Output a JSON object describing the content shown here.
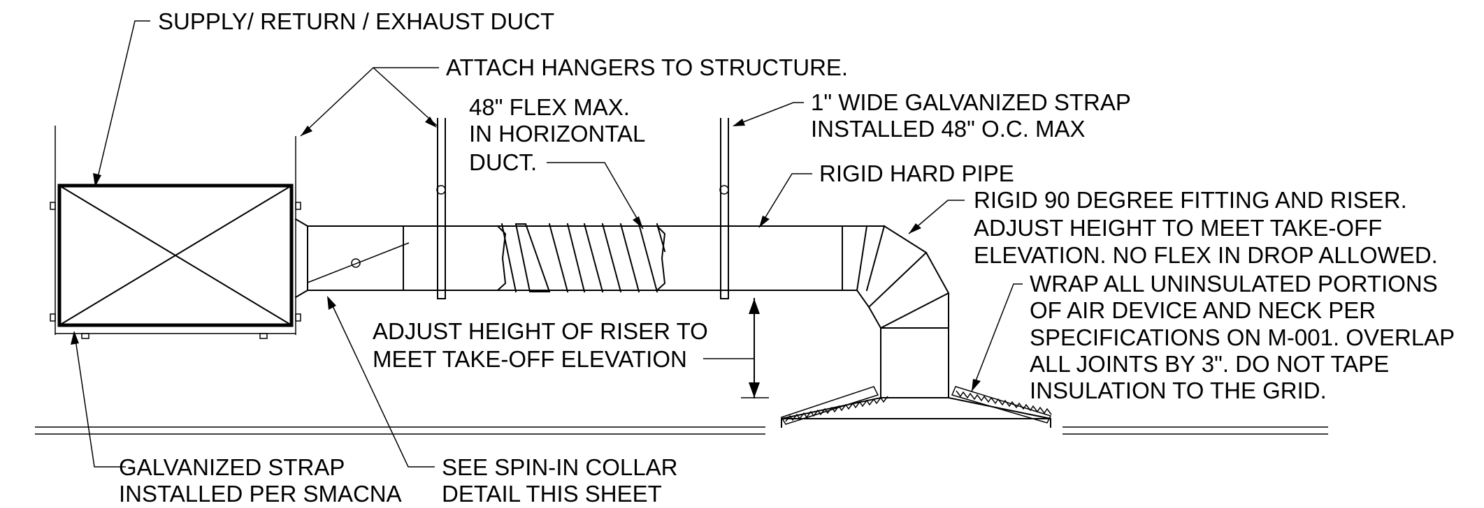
{
  "labels": {
    "supply_duct": "SUPPLY/ RETURN / EXHAUST DUCT",
    "attach_hangers": "ATTACH HANGERS TO STRUCTURE.",
    "flex_max_1": "48\" FLEX MAX.",
    "flex_max_2": "IN HORIZONTAL",
    "flex_max_3": "DUCT.",
    "strap_1": "1\" WIDE GALVANIZED STRAP",
    "strap_2": "INSTALLED 48\" O.C. MAX",
    "rigid_pipe": "RIGID HARD PIPE",
    "fitting_1": "RIGID 90 DEGREE FITTING AND RISER.",
    "fitting_2": "ADJUST HEIGHT TO MEET TAKE-OFF",
    "fitting_3": "ELEVATION. NO FLEX IN DROP ALLOWED.",
    "wrap_1": "WRAP ALL UNINSULATED PORTIONS",
    "wrap_2": "OF AIR DEVICE AND NECK PER",
    "wrap_3": "SPECIFICATIONS ON M-001.  OVERLAP",
    "wrap_4": "ALL JOINTS BY 3\". DO NOT TAPE",
    "wrap_5": "INSULATION TO THE GRID.",
    "riser_1": "ADJUST HEIGHT OF RISER TO",
    "riser_2": "MEET TAKE-OFF ELEVATION",
    "galv_1": "GALVANIZED STRAP",
    "galv_2": "INSTALLED PER SMACNA",
    "collar_1": "SEE SPIN-IN COLLAR",
    "collar_2": "DETAIL THIS SHEET"
  },
  "colors": {
    "line": "#000000",
    "background": "#ffffff"
  }
}
